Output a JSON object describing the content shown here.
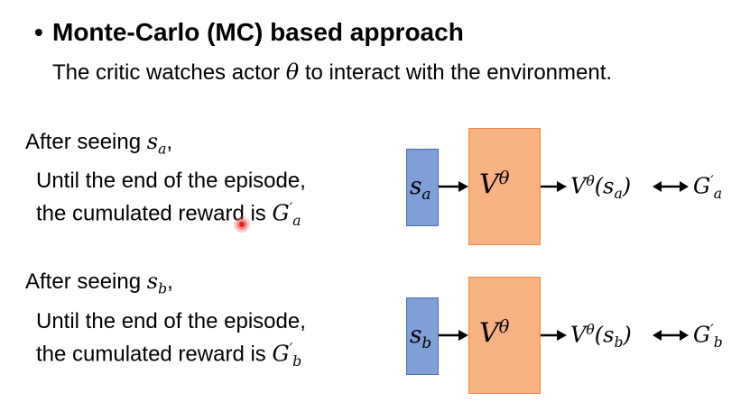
{
  "heading": {
    "bullet": "•",
    "text": "Monte-Carlo (MC) based approach"
  },
  "subtitle": {
    "pre": "The critic watches actor ",
    "theta": "θ",
    "post": " to interact with the environment."
  },
  "example_a": {
    "after_seeing": "After seeing ",
    "state_base": "s",
    "state_sub": "a",
    "comma": ",",
    "line1": "Until the end of the episode,",
    "line2": "the cumulated reward is ",
    "reward_base": "G",
    "reward_prime": "′",
    "reward_sub": "a"
  },
  "example_b": {
    "after_seeing": "After seeing ",
    "state_base": "s",
    "state_sub": "b",
    "comma": ",",
    "line1": "Until the end of the episode,",
    "line2": "the cumulated reward is ",
    "reward_base": "G",
    "reward_prime": "′",
    "reward_sub": "b"
  },
  "diagram": {
    "critic_base": "V",
    "critic_sup": "θ",
    "arrow": "→",
    "double_arrow": "↔",
    "open_paren": "(",
    "close_paren": ")"
  },
  "colors": {
    "state_box": "#7f9fd6",
    "critic_box": "#f8b183",
    "cursor": "#d22222"
  }
}
